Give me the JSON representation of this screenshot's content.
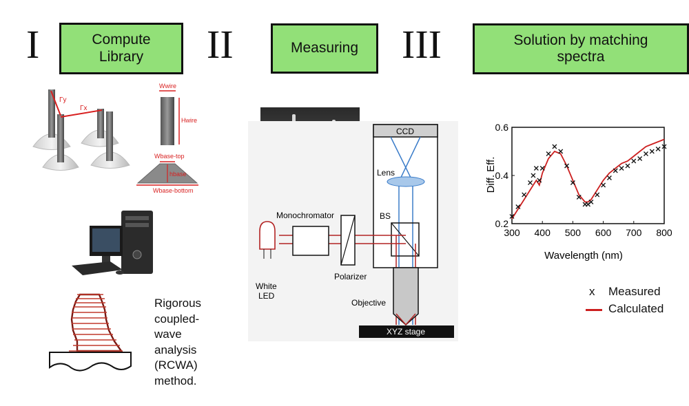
{
  "steps": [
    {
      "numeral": "I",
      "label": "Compute\nLibrary"
    },
    {
      "numeral": "II",
      "label": "Measuring"
    },
    {
      "numeral": "III",
      "label": "Solution by matching\nspectra"
    }
  ],
  "library": {
    "gamma_y": "Γy",
    "gamma_x": "Γx",
    "w_wire": "Wwire",
    "h_wire": "Hwire",
    "w_base_top": "Wbase-top",
    "h_base": "hbase",
    "w_base_bottom": "Wbase-bottom",
    "rcwa_text": "Rigorous\ncoupled-\nwave\nanalysis\n(RCWA)\nmethod."
  },
  "setup": {
    "ccd": "CCD",
    "lens": "Lens",
    "monochromator": "Monochromator",
    "bs": "BS",
    "polarizer": "Polarizer",
    "white_led": "White\nLED",
    "objective": "Objective",
    "stage": "XYZ stage"
  },
  "colors": {
    "box_green": "#92e078",
    "beam_red": "#b22222",
    "beam_blue": "#3a7cc9",
    "calculated": "#cc1f1f"
  },
  "chart_data": {
    "type": "line",
    "xlabel": "Wavelength (nm)",
    "ylabel": "Diff. Eff.",
    "xlim": [
      300,
      800
    ],
    "ylim": [
      0.2,
      0.6
    ],
    "xticks": [
      300,
      400,
      500,
      600,
      700,
      800
    ],
    "yticks": [
      0.2,
      0.4,
      0.6
    ],
    "legend_position": "bottom-right",
    "series": [
      {
        "name": "Measured",
        "marker": "x",
        "x": [
          300,
          320,
          340,
          360,
          370,
          380,
          390,
          400,
          420,
          440,
          460,
          480,
          500,
          520,
          540,
          550,
          560,
          580,
          600,
          620,
          640,
          660,
          680,
          700,
          720,
          740,
          760,
          780,
          800
        ],
        "y": [
          0.23,
          0.27,
          0.32,
          0.37,
          0.4,
          0.43,
          0.38,
          0.43,
          0.49,
          0.52,
          0.5,
          0.44,
          0.37,
          0.31,
          0.28,
          0.28,
          0.29,
          0.32,
          0.36,
          0.39,
          0.42,
          0.43,
          0.44,
          0.46,
          0.47,
          0.49,
          0.5,
          0.51,
          0.52
        ]
      },
      {
        "name": "Calculated",
        "marker": "line",
        "x": [
          300,
          320,
          340,
          360,
          370,
          380,
          390,
          400,
          420,
          440,
          460,
          480,
          500,
          520,
          540,
          550,
          560,
          580,
          600,
          620,
          640,
          660,
          680,
          700,
          720,
          740,
          760,
          780,
          800
        ],
        "y": [
          0.22,
          0.26,
          0.3,
          0.34,
          0.36,
          0.38,
          0.36,
          0.41,
          0.47,
          0.5,
          0.49,
          0.44,
          0.38,
          0.32,
          0.29,
          0.29,
          0.3,
          0.34,
          0.38,
          0.41,
          0.43,
          0.45,
          0.46,
          0.48,
          0.5,
          0.52,
          0.53,
          0.54,
          0.55
        ]
      }
    ]
  }
}
